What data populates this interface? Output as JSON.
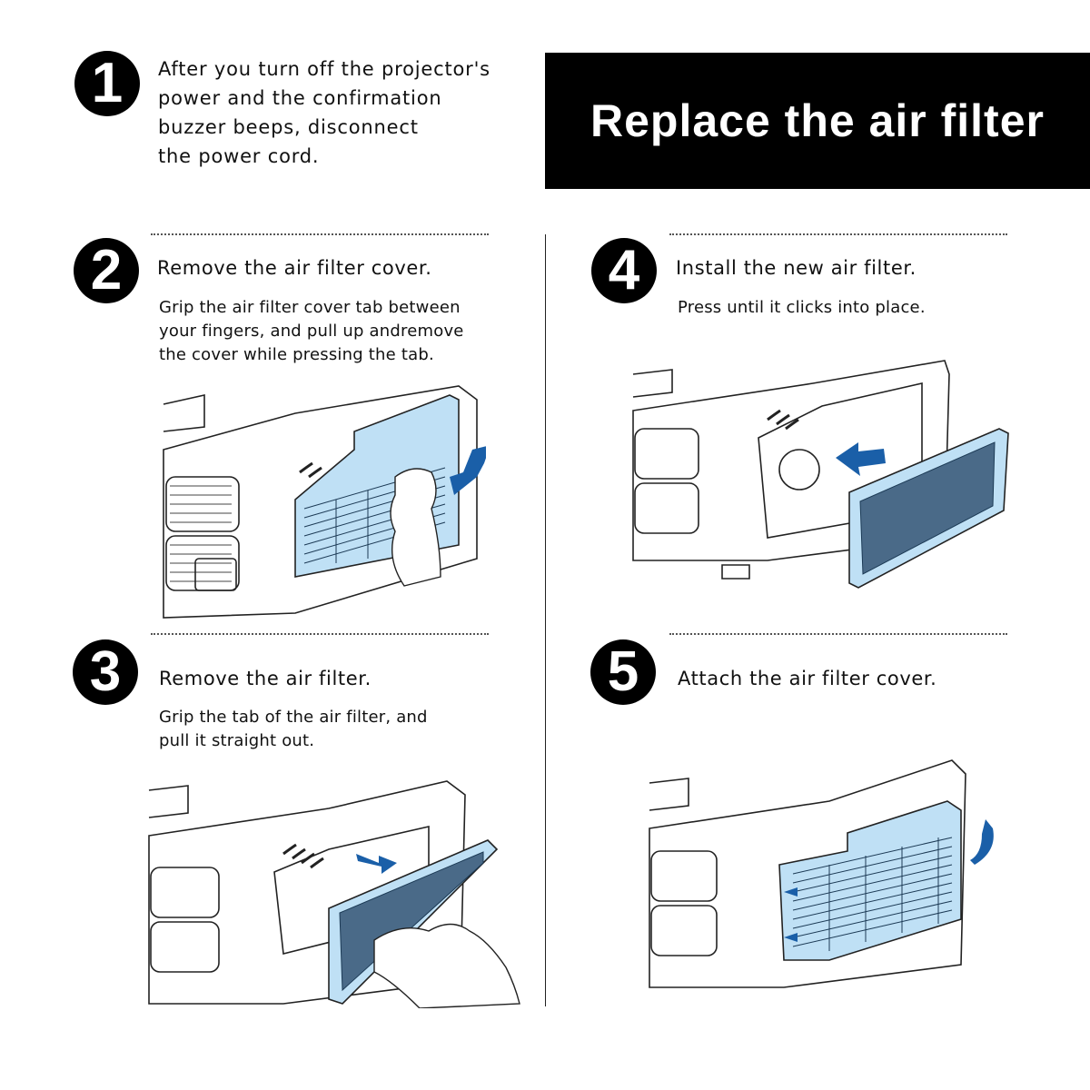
{
  "header": {
    "title": "Replace the air filter"
  },
  "colors": {
    "filter_blue": "#bfe0f5",
    "arrow_blue": "#1a5fa8",
    "filter_dark": "#4a6a88"
  },
  "steps": [
    {
      "number": "1",
      "title": "After you turn off the projector's power and the confirmation buzzer beeps, disconnect the power cord.",
      "lines": [
        "After you turn off the projector's",
        "power and the confirmation",
        "buzzer beeps, disconnect",
        "the power cord."
      ]
    },
    {
      "number": "2",
      "title": "Remove the air filter cover.",
      "desc_lines": [
        "Grip the air filter cover tab between",
        "your fingers, and pull up andremove",
        "the cover while pressing the tab."
      ],
      "illustration": "projector-filter-cover-removal"
    },
    {
      "number": "3",
      "title": "Remove the air filter.",
      "desc_lines": [
        "Grip the tab of the air filter, and",
        "pull it straight out."
      ],
      "illustration": "projector-filter-removal"
    },
    {
      "number": "4",
      "title": "Install the new air filter.",
      "desc_lines": [
        "Press until it clicks into place."
      ],
      "illustration": "projector-filter-install"
    },
    {
      "number": "5",
      "title": "Attach the air filter cover.",
      "desc_lines": [],
      "illustration": "projector-cover-attach"
    }
  ]
}
